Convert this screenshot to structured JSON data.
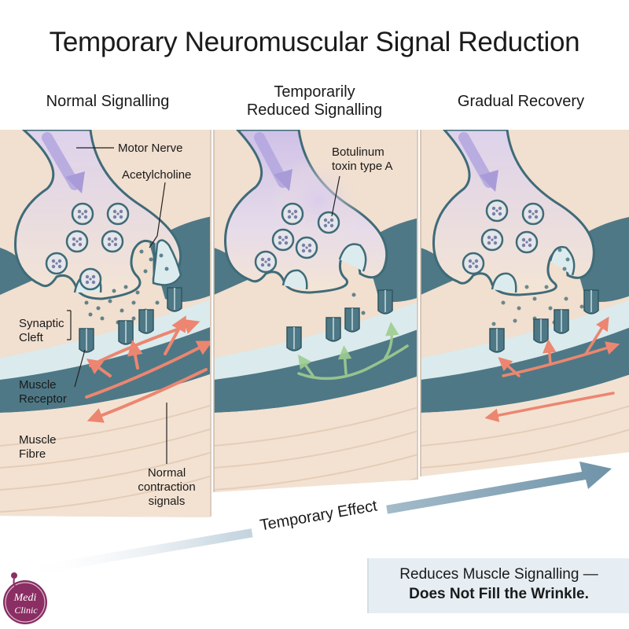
{
  "title": "Temporary Neuromuscular Signal Reduction",
  "panels": [
    {
      "heading": "Normal Signalling"
    },
    {
      "heading_line1": "Temporarily",
      "heading_line2": "Reduced Signalling"
    },
    {
      "heading": "Gradual Recovery"
    }
  ],
  "labels": {
    "motor_nerve": "Motor Nerve",
    "acetylcholine": "Acetylcholine",
    "synaptic_cleft_1": "Synaptic",
    "synaptic_cleft_2": "Cleft",
    "muscle_receptor_1": "Muscle",
    "muscle_receptor_2": "Receptor",
    "muscle_fibre_1": "Muscle",
    "muscle_fibre_2": "Fibre",
    "normal_signals_1": "Normal",
    "normal_signals_2": "contraction",
    "normal_signals_3": "signals",
    "botox_1": "Botulinum",
    "botox_2": "toxin type A"
  },
  "timeline": "Temporary Effect",
  "summary": {
    "line1": "Reduces Muscle Signalling —",
    "line2": "Does Not Fill the Wrinkle."
  },
  "logo": {
    "line1": "Medi",
    "line2": "Clinic"
  },
  "colors": {
    "nerve": "#f4e5d4",
    "outline": "#3f6b78",
    "cleft": "#dcecee",
    "muscle_tissue": "#f1dfcf",
    "dark_band": "#4e7886",
    "signal_normal": "#ec8670",
    "signal_reduced": "#9ecd8f",
    "nerve_arrow": "#a99bd8",
    "timeline": "#6f93a8",
    "logo": "#8a2e63"
  }
}
